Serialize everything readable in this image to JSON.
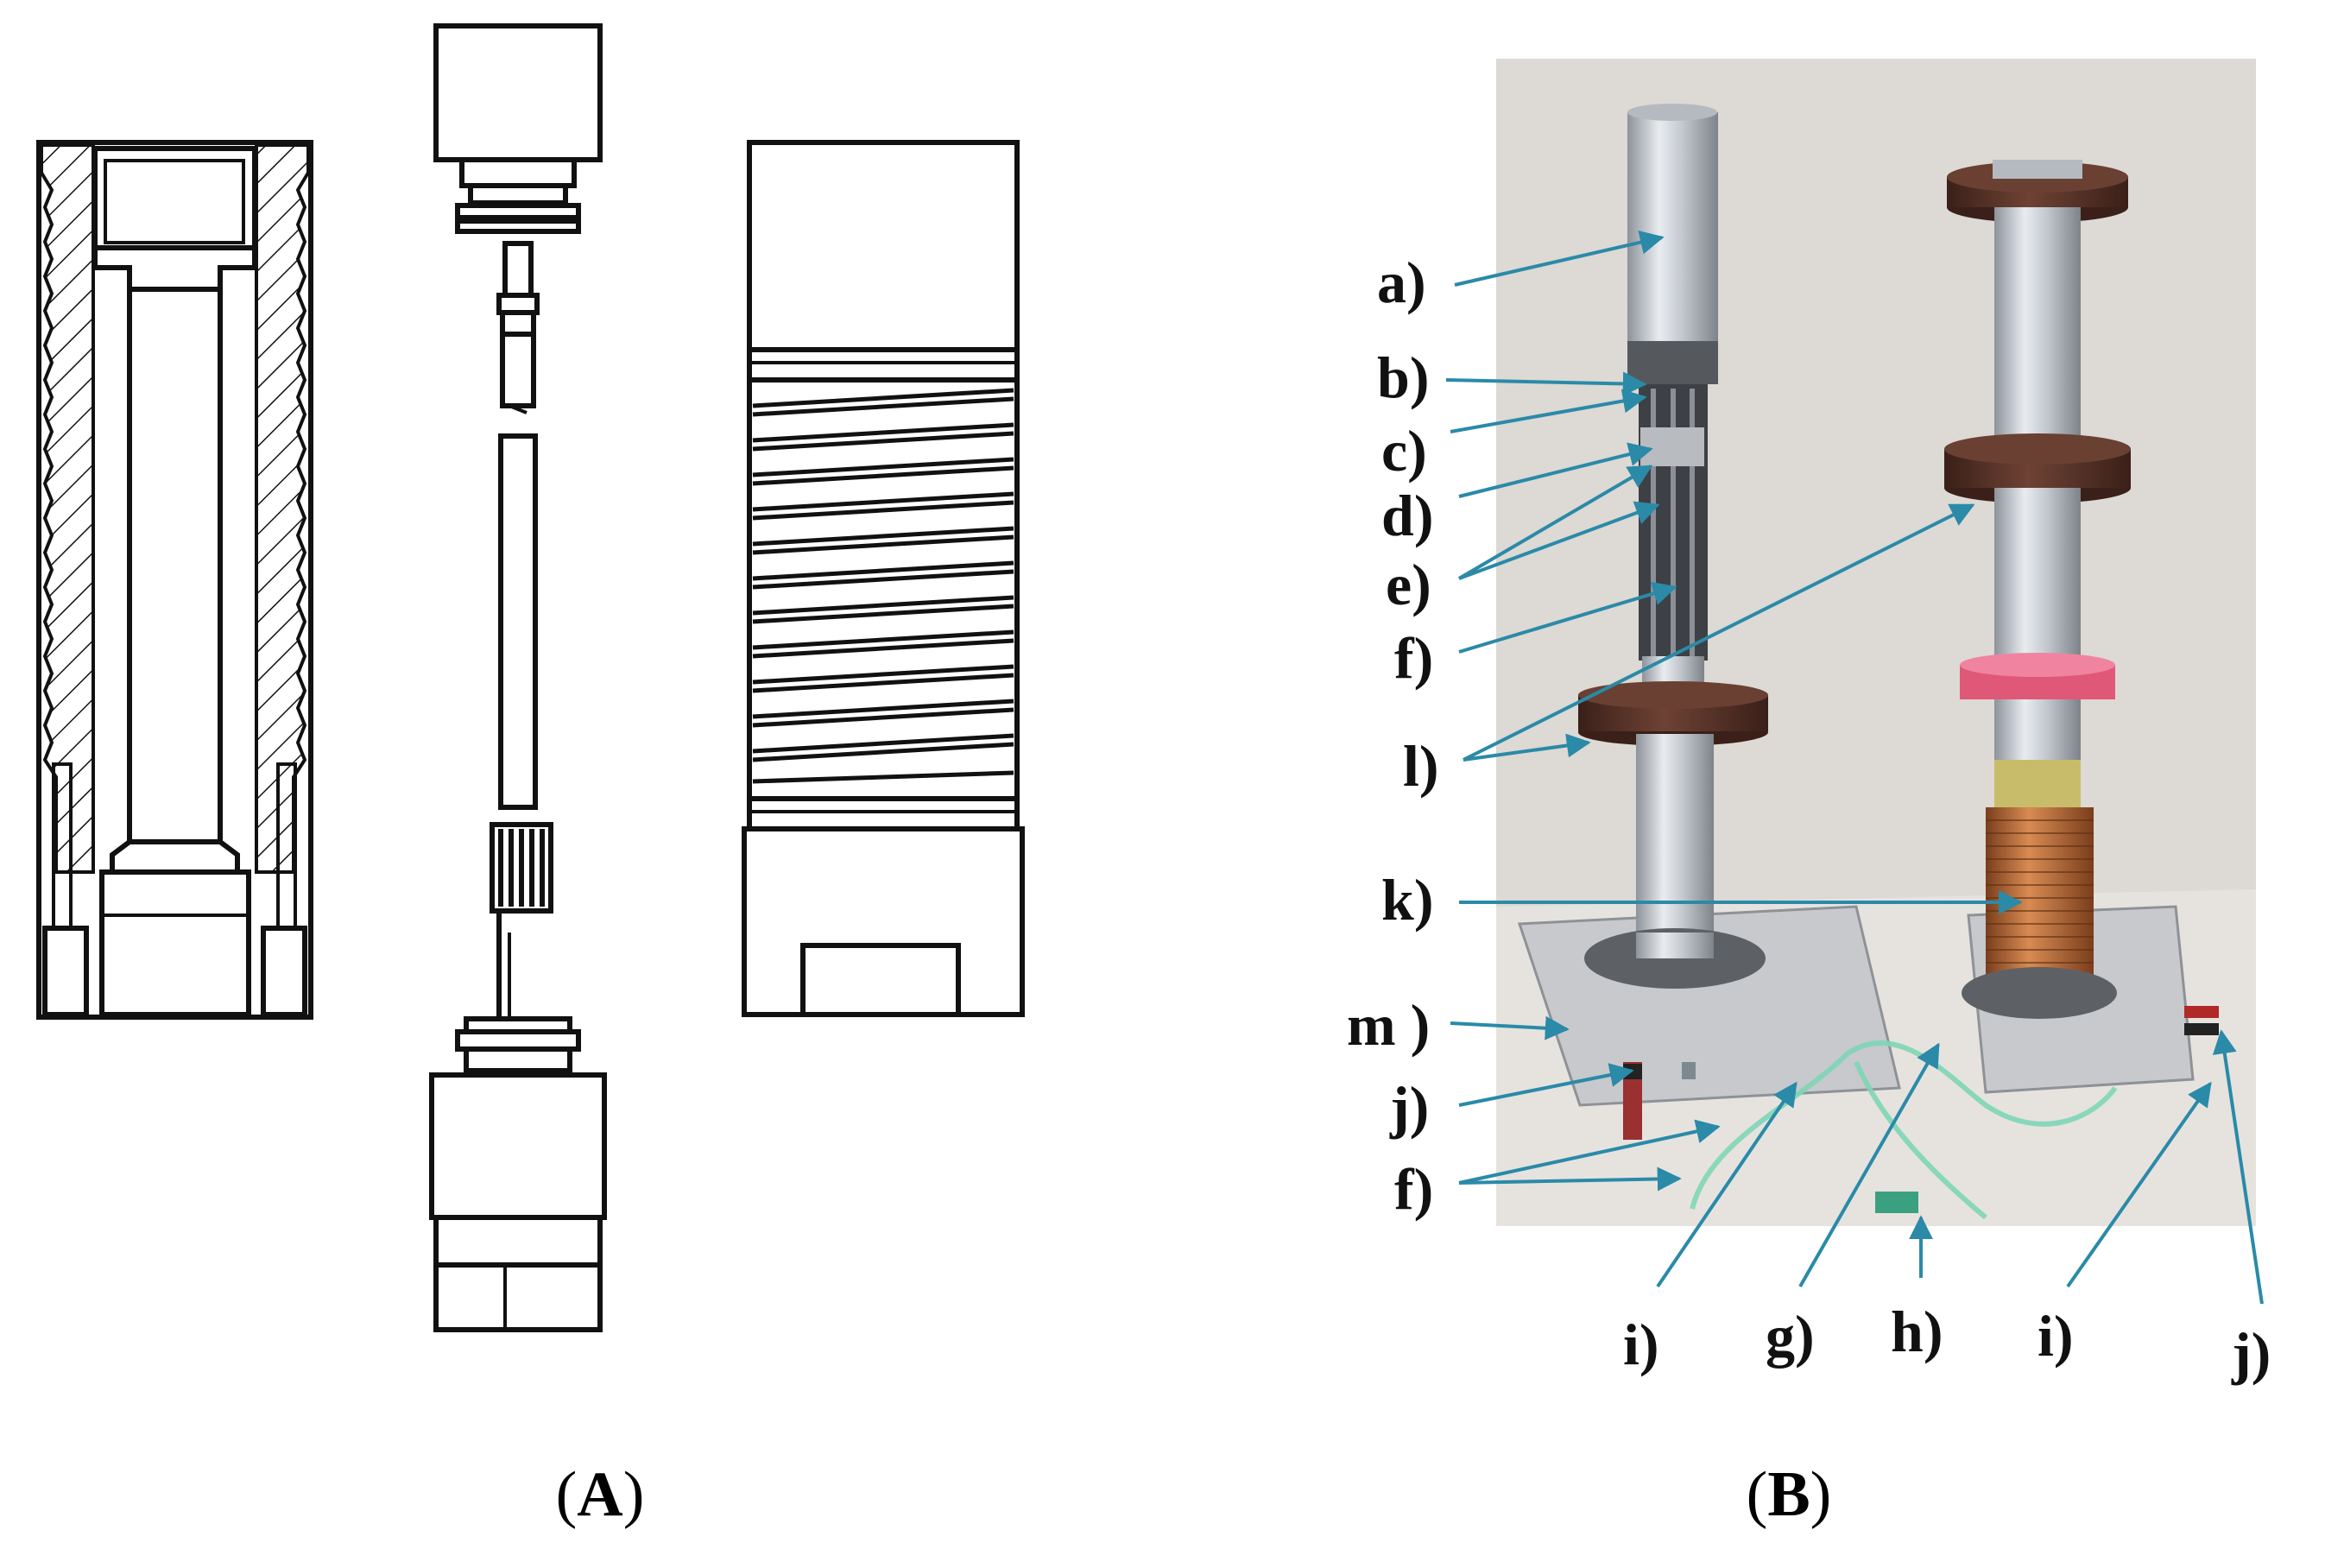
{
  "panels": [
    {
      "id": "A",
      "caption_open": "(",
      "caption_letter": "A",
      "caption_close": ")"
    },
    {
      "id": "B",
      "caption_open": "(",
      "caption_letter": "B",
      "caption_close": ")"
    }
  ],
  "labels": [
    {
      "key": "a",
      "text": "a)"
    },
    {
      "key": "b",
      "text": "b)"
    },
    {
      "key": "c",
      "text": "c)"
    },
    {
      "key": "d",
      "text": "d)"
    },
    {
      "key": "e",
      "text": "e)"
    },
    {
      "key": "f1",
      "text": "f)"
    },
    {
      "key": "l",
      "text": "l)"
    },
    {
      "key": "k",
      "text": "k)"
    },
    {
      "key": "m",
      "text": "m )"
    },
    {
      "key": "j1",
      "text": "j)"
    },
    {
      "key": "f2",
      "text": "f)"
    },
    {
      "key": "i1",
      "text": "i)"
    },
    {
      "key": "g",
      "text": "g)"
    },
    {
      "key": "h",
      "text": "h)"
    },
    {
      "key": "i2",
      "text": "i)"
    },
    {
      "key": "j2",
      "text": "j)"
    }
  ],
  "colors": {
    "arrow": "#2a8aa8",
    "aluminium": "#c9cdd2",
    "flange_brown": "#5a3428",
    "flange_pink": "#e05878",
    "copper_coil": "#b86a3a",
    "photo_background": "#ddd9d4",
    "tube_green": "#7fd6b6"
  }
}
